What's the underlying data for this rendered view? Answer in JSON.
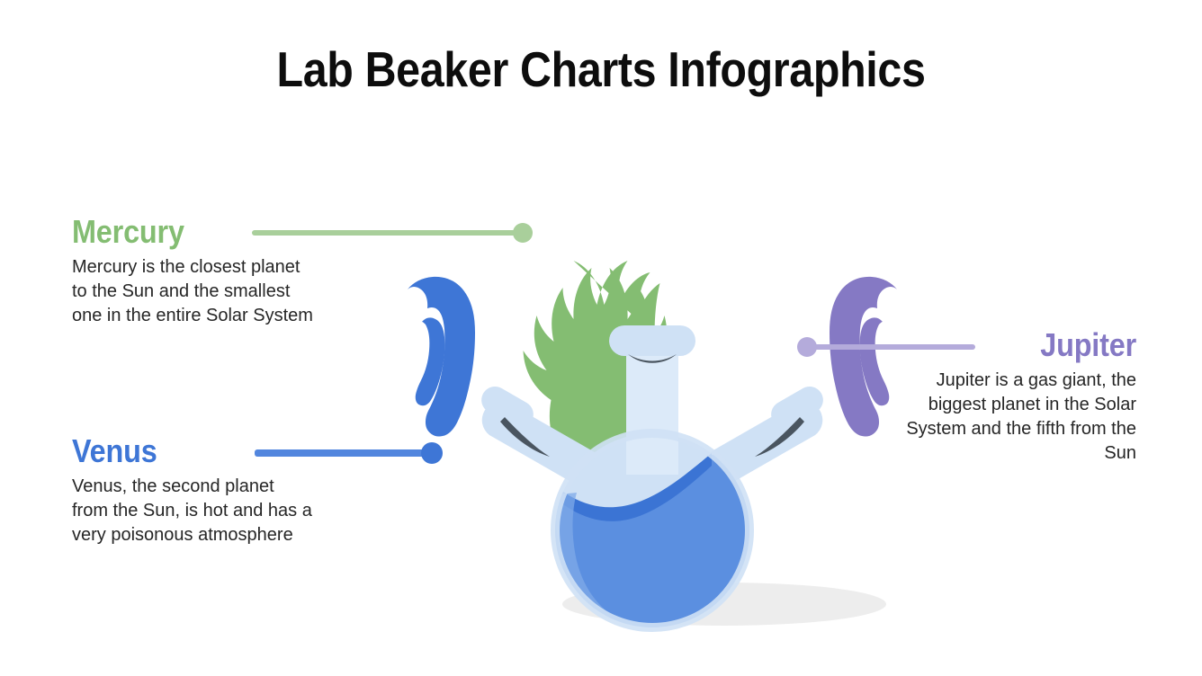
{
  "slide": {
    "title": "Lab Beaker Charts Infographics",
    "background_color": "#FFFFFF"
  },
  "blocks": [
    {
      "key": "mercury",
      "heading": "Mercury",
      "body": "Mercury is the closest planet to the Sun and the smallest one in the entire Solar System",
      "color": "#84BD72",
      "connector_color": "#A9CF9B",
      "align": "left"
    },
    {
      "key": "venus",
      "heading": "Venus",
      "body": "Venus, the second planet from the Sun, is hot and has a very poisonous atmosphere",
      "color": "#3E76D6",
      "connector_color": "#5286DE",
      "align": "left"
    },
    {
      "key": "jupiter",
      "heading": "Jupiter",
      "body": "Jupiter is a gas giant, the biggest planet in the Solar System and the fifth from the Sun",
      "color": "#8579C4",
      "connector_color": "#B4ABDB",
      "align": "right"
    }
  ],
  "illustration": {
    "name": "three-neck-round-bottom-flask",
    "glass_color": "#CFE1F5",
    "glass_light_color": "#DCEAF9",
    "liquid_color": "#5B8FE0",
    "liquid_dark_color": "#3B74D4",
    "liquid_highlight_color": "#7FA9E8",
    "rim_shadow_color": "#4A5560",
    "ground_shadow_color": "#EDEDED",
    "smoke": [
      {
        "name": "green-smoke-center",
        "color": "#84BD72"
      },
      {
        "name": "blue-smoke-left",
        "color": "#3E76D6"
      },
      {
        "name": "purple-smoke-right",
        "color": "#8579C4"
      }
    ]
  }
}
